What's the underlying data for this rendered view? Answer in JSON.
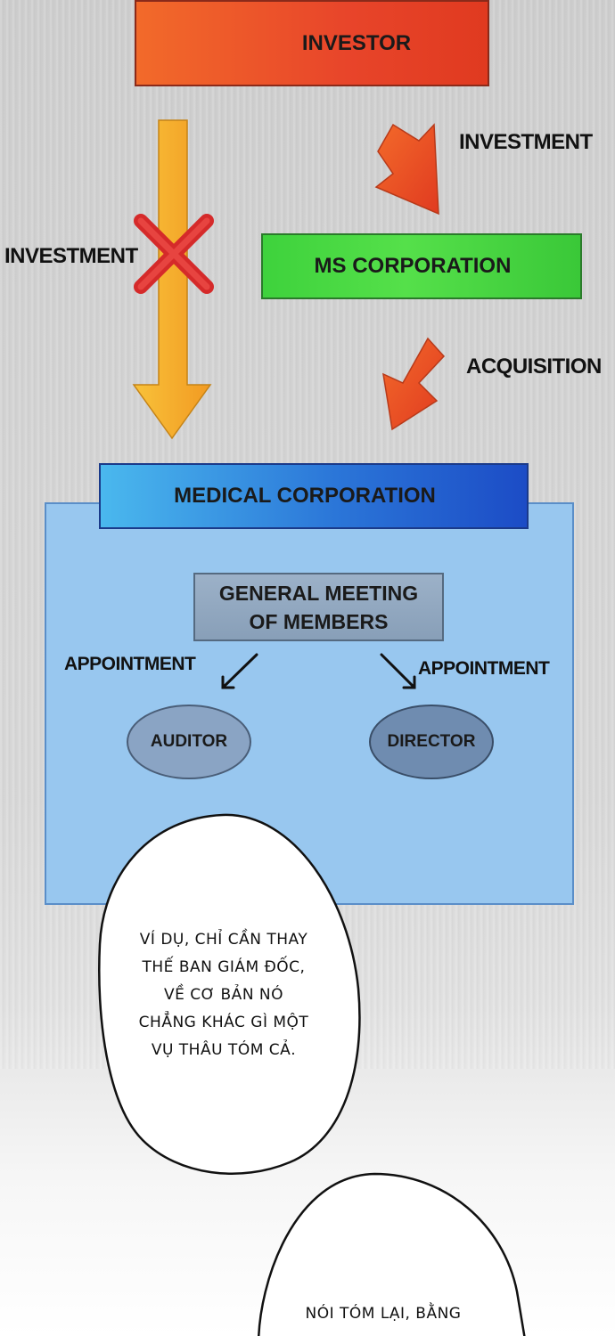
{
  "diagram": {
    "investor": "INVESTOR",
    "investment_right": "INVESTMENT",
    "investment_left": "INVESTMENT",
    "ms_corporation": "MS CORPORATION",
    "acquisition": "ACQUISITION",
    "medical_corporation": "MEDICAL CORPORATION",
    "general_meeting": [
      "GENERAL MEETING",
      "OF MEMBERS"
    ],
    "appointment_left": "APPOINTMENT",
    "appointment_right": "APPOINTMENT",
    "auditor": "AUDITOR",
    "director": "DIRECTOR"
  },
  "colors": {
    "investor": "#e8452a",
    "ms_corporation": "#48d844",
    "medical_header": "#2b76d8",
    "medical_panel": "#98c7ef",
    "down_arrow": "#f7b52a",
    "red_cross": "#e03a30"
  },
  "speech": {
    "bubble_1": [
      "VÍ DỤ, CHỈ CẦN THAY",
      "THẾ BAN GIÁM ĐỐC,",
      "VỀ CƠ BẢN NÓ",
      "CHẲNG KHÁC GÌ MỘT",
      "VỤ THÂU TÓM CẢ."
    ],
    "bubble_2": [
      "NÓI TÓM LẠI, BẰNG"
    ]
  }
}
